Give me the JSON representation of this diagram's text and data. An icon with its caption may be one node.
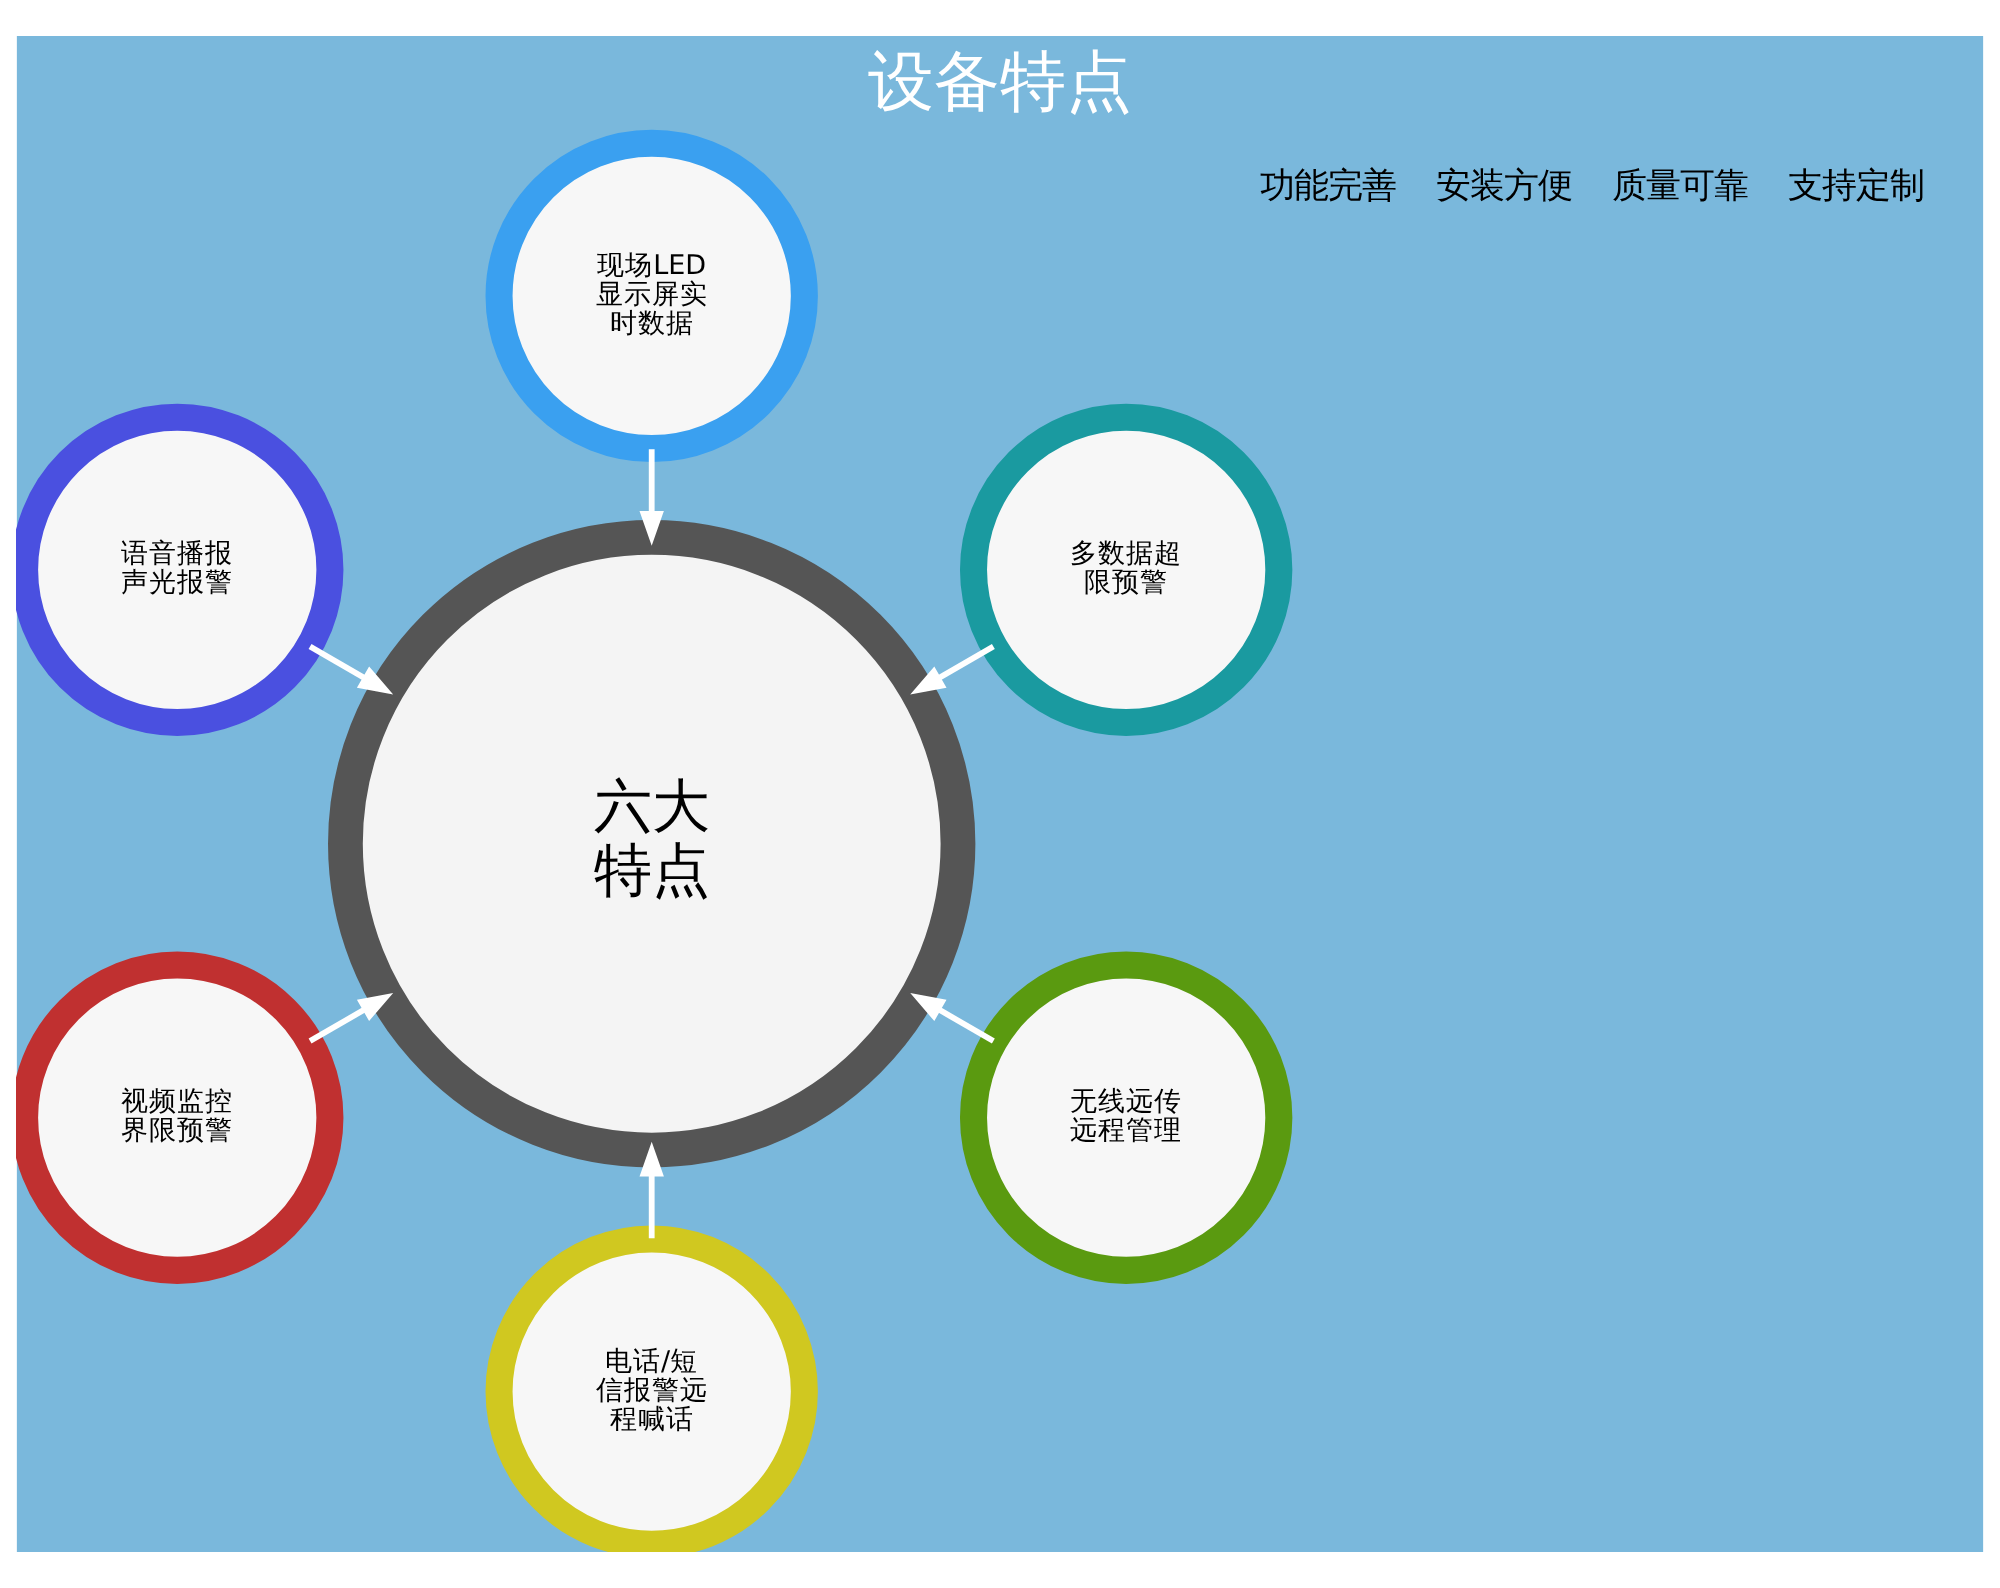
{
  "diagram": {
    "title": "设备特点",
    "nodes": [
      {
        "text": [
          "六大特点"
        ]
      },
      {
        "text": [
          "多数据超限预警"
        ]
      },
      {
        "text": [
          "现场LED显示屏实时数据"
        ]
      },
      {
        "text": [
          "语音播报声光报警"
        ]
      },
      {
        "text": [
          "视频监控界限预警"
        ]
      },
      {
        "text": [
          "电话/短信报警远程喊话"
        ]
      },
      {
        "text": [
          "无线远传远程管理"
        ]
      }
    ],
    "edges": [
      {
        "from": 1,
        "to": 0,
        "arrow": "to"
      },
      {
        "from": 2,
        "to": 0,
        "arrow": "to"
      },
      {
        "from": 3,
        "to": 0,
        "arrow": "to"
      },
      {
        "from": 4,
        "to": 0,
        "arrow": "to"
      },
      {
        "from": 5,
        "to": 0,
        "arrow": "to"
      },
      {
        "from": 6,
        "to": 0,
        "arrow": "to"
      }
    ],
    "labels": [
      "功能完善",
      "安装方便",
      "质量可靠",
      "支持定制"
    ]
  }
}
